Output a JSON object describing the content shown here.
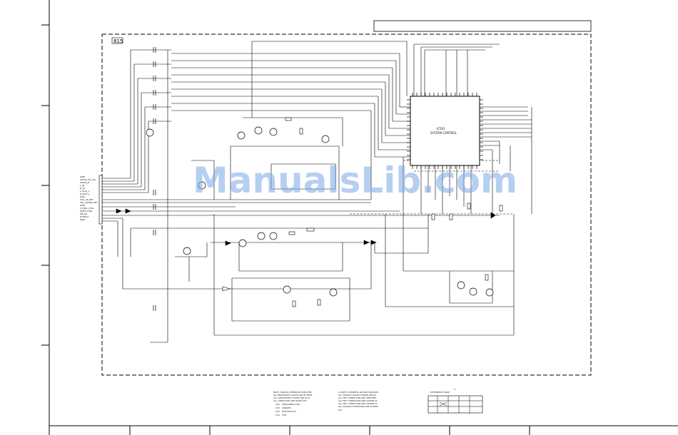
{
  "page": {
    "section_tag": "815",
    "watermark": "ManualsLib.com"
  },
  "header": {
    "title_box_text": ""
  },
  "connector": {
    "pins": [
      "GND",
      "AUDIO_IN_L(R)",
      "AUDIO_R",
      "L_IN",
      "R_IN",
      "L_PLAY_L",
      "R_PLAY_L",
      "GND",
      "VOL_UP_SET",
      "VOL_DOWN_SET",
      "GND",
      "V_PWR_CTRL",
      "MUTE_CTRL",
      "SW_B+",
      "OUTPUT",
      "GND"
    ]
  },
  "main_ic": {
    "ref": "IC501",
    "part": "SYSTEM CONTROL"
  },
  "notes": {
    "left": [
      "NOTE: UNLESS OTHERWISE SPECIFIED",
      "ALL RESISTANCE VALUES ARE IN OHMS",
      "ALL CAPACITANCE VALUES ARE IN uF",
      "ALL CAPACITORS ARE RATED 50V",
      "SEMICONDUCTOR",
      "CERAMIC",
      "ELECTROLYTIC",
      "FILM"
    ],
    "right": [
      "IC NOTE: ELEMENTS ARE NOT SERVICED",
      "ALL VOLTAGE VALUES SHOWN ARE DC",
      "ALL TEST CONDITIONS ARE SPECIFIED",
      "ALL TEST CONDITIONS ARE SHOWN AS",
      "ALL TEST CONDITIONS ARE SHOWN AS",
      "ALL VOLTAGE CONDITIONS ARE SHOWN"
    ],
    "page_ref": "E13"
  },
  "legend_table": {
    "title": "DIFFERENCE TABLE",
    "header": [
      "",
      "",
      "",
      "",
      ""
    ],
    "rows": [
      [
        "",
        "",
        "",
        "",
        ""
      ],
      [
        "",
        "",
        "",
        "",
        ""
      ]
    ]
  }
}
